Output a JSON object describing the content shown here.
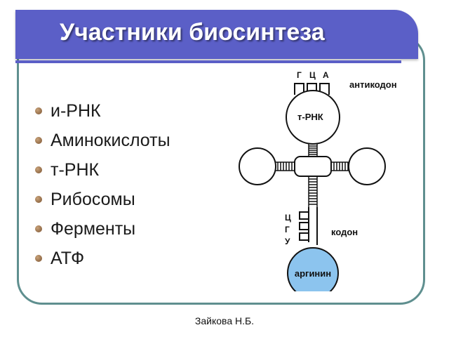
{
  "slide": {
    "title": "Участники биосинтеза",
    "bullets": [
      "и-РНК",
      "Аминокислоты",
      "т-РНК",
      "Рибосомы",
      "Ферменты",
      "АТФ"
    ],
    "footer": "Зайкова Н.Б.",
    "colors": {
      "title_bar": "#5b5fc7",
      "frame": "#5f8f8f",
      "amino_acid": "#8cc4ee"
    }
  },
  "diagram": {
    "anticodon_letters": [
      "Г",
      "Ц",
      "А"
    ],
    "anticodon_label": "антикодон",
    "trna_label": "т-РНК",
    "codon_letters": [
      "Ц",
      "Г",
      "У"
    ],
    "codon_label": "кодон",
    "amino_acid_label": "аргинин"
  }
}
